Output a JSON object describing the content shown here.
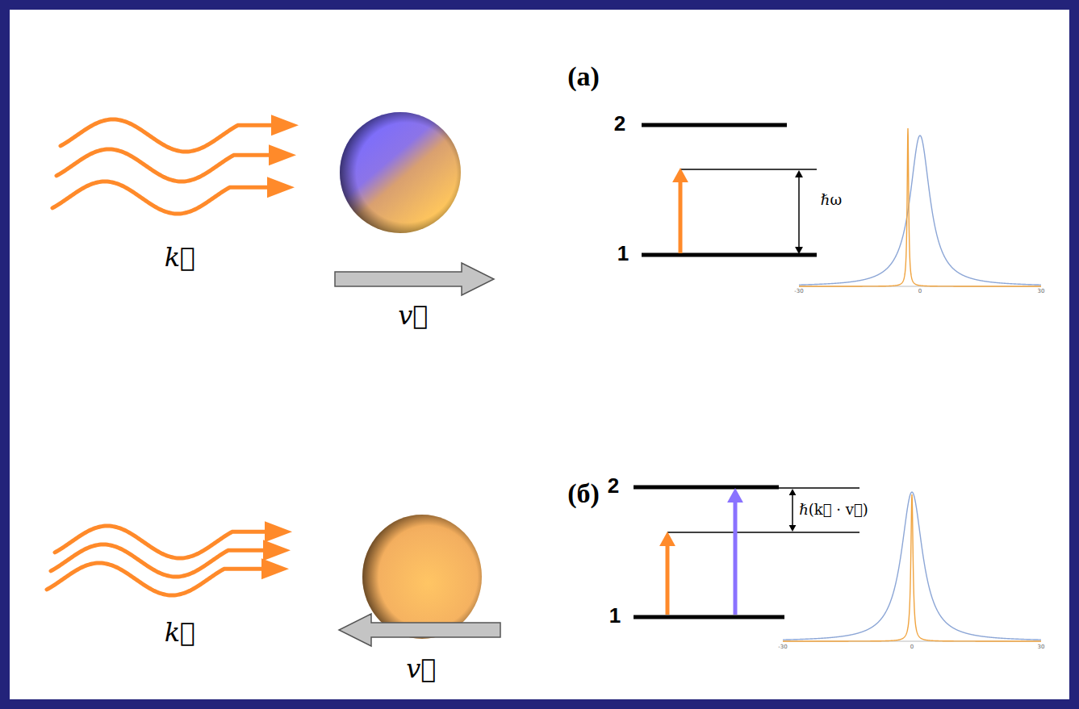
{
  "diagram": {
    "labels": [
      "k⃗",
      "v⃗",
      "(а)",
      "2",
      "1",
      "ℏω",
      "-30",
      "0",
      "30",
      "k⃗",
      "v⃗",
      "(б)",
      "2",
      "1",
      "ℏ(k⃗ · v⃗)",
      "-30",
      "0",
      "30"
    ]
  }
}
